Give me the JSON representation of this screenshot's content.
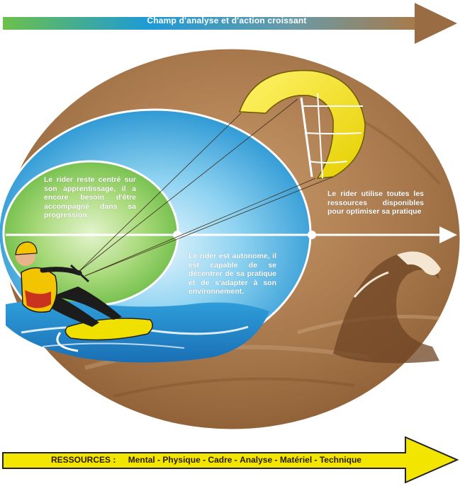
{
  "top_arrow": {
    "label": "Champ d'analyse et d'action croissant"
  },
  "zones": {
    "green_text": "Le rider reste centré sur son apprentissage, il a encore besoin d'être accompagné dans sa progression.",
    "blue_text": "Le rider est autonome, il est capable de se décentrer de sa pratique et de s'adapter à son environnement.",
    "brown_text": "Le rider utilise toutes les ressources disponibles pour optimiser sa pratique"
  },
  "bottom_arrow": {
    "title": "RESSOURCES :",
    "items": [
      "Mental",
      "Physique",
      "Cadre",
      "Analyse",
      "Matériel",
      "Technique"
    ],
    "separator": " - "
  },
  "colors": {
    "brown": "#9b6a3e",
    "brown_dark": "#6d4423",
    "blue": "#1e9ad6",
    "blue_light": "#8fd3f1",
    "green": "#6cc04a",
    "green_light": "#b7df8a",
    "yellow": "#f2e600",
    "kite_yellow": "#f1e21c"
  },
  "icons": {
    "kite": "kite-icon",
    "kitesurfer": "kitesurfer-icon",
    "wave": "wave-icon"
  }
}
